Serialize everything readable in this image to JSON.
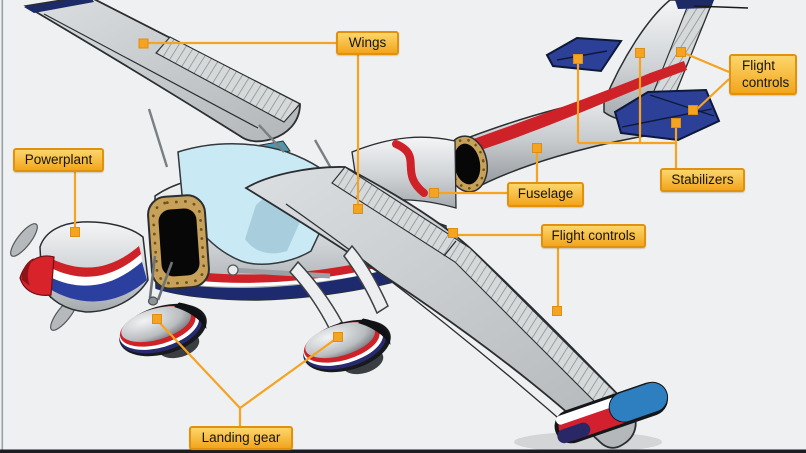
{
  "figure_type": "labeled-airplane-components-diagram",
  "labels": {
    "wings": "Wings",
    "powerplant": "Powerplant",
    "fuselage": "Fuselage",
    "flight_controls_tail": "Flight controls",
    "stabilizers": "Stabilizers",
    "flight_controls_wing": "Flight controls",
    "landing_gear": "Landing gear"
  },
  "colors": {
    "background": "#eef0f1",
    "accent_orange": "#f5a321",
    "label_border": "#e0920f",
    "label_fill_top": "#fcd66b",
    "label_fill_bottom": "#f2a51d",
    "stabilizer_blue": "#2c4098",
    "stripe_red": "#cf2128",
    "navy": "#1e2a6e",
    "airframe_silver": "#ccd0d3",
    "glass_blue": "#c9e9f4",
    "firewall_gold": "#c7a159",
    "wingtip_blue": "#2e7fc0"
  },
  "callout_targets": {
    "wings": [
      "left wing",
      "right wing"
    ],
    "powerplant": [
      "engine cowling"
    ],
    "fuselage": [
      "tail cone",
      "cabin section"
    ],
    "flight_controls_tail": [
      "rudder",
      "elevator"
    ],
    "stabilizers": [
      "left horizontal stabilizer",
      "vertical stabilizer",
      "right horizontal stabilizer"
    ],
    "flight_controls_wing": [
      "flap",
      "aileron"
    ],
    "landing_gear": [
      "left wheel fairing",
      "right wheel fairing"
    ]
  }
}
